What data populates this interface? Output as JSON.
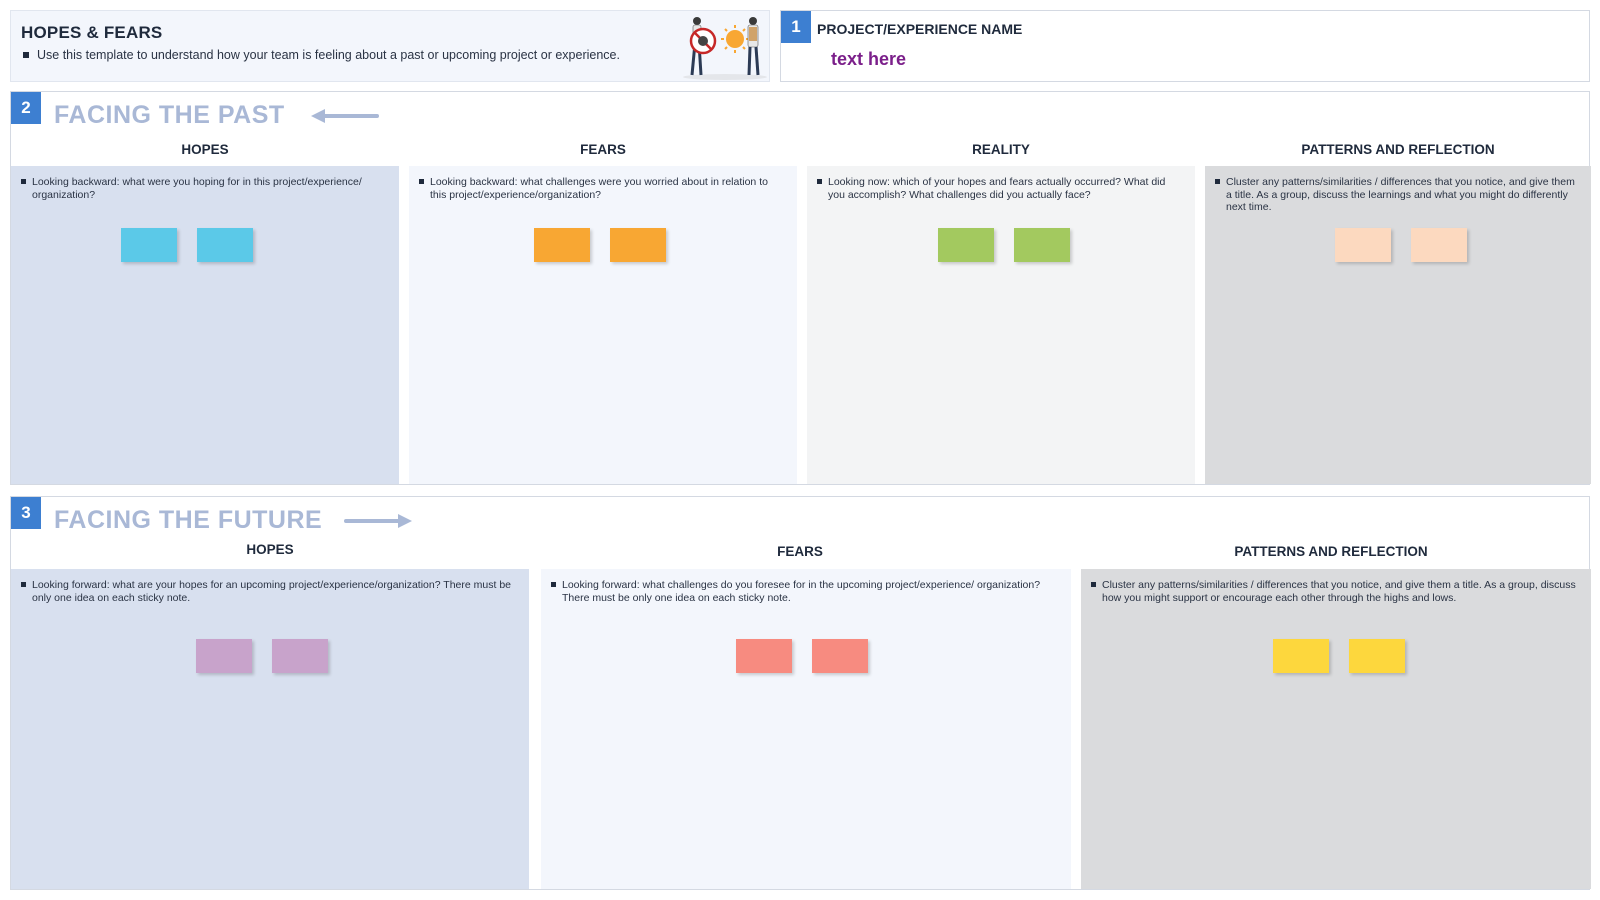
{
  "header": {
    "title": "HOPES & FEARS",
    "description": "Use this template to understand how your team is feeling about a past or upcoming project or experience."
  },
  "project": {
    "number": "1",
    "label": "PROJECT/EXPERIENCE NAME",
    "value": "text here"
  },
  "past": {
    "number": "2",
    "title": "FACING THE PAST",
    "arrow_direction": "left",
    "columns": [
      {
        "title": "HOPES",
        "text": "Looking backward: what were you hoping for in this project/experience/ organization?",
        "bg": "#d8e0ef",
        "sticky_color": "#5bc9e8"
      },
      {
        "title": "FEARS",
        "text": "Looking backward: what challenges were you worried about in relation to this project/experience/organization?",
        "bg": "#f3f6fc",
        "sticky_color": "#f8a733"
      },
      {
        "title": "REALITY",
        "text": "Looking now: which of your hopes and fears actually occurred? What did you accomplish? What challenges did you actually face?",
        "bg": "#f3f4f5",
        "sticky_color": "#a3c95f"
      },
      {
        "title": "PATTERNS AND REFLECTION",
        "text": "Cluster any patterns/similarities / differences that you notice, and give them a title. As a group, discuss the learnings and what you might do differently next time.",
        "bg": "#dadbdd",
        "sticky_color": "#fcd9bf"
      }
    ]
  },
  "future": {
    "number": "3",
    "title": "FACING THE FUTURE",
    "arrow_direction": "right",
    "columns": [
      {
        "title": "HOPES",
        "text": "Looking forward: what are your hopes for an upcoming project/experience/organization? There must be only one idea on each sticky note.",
        "bg": "#d8e0ef",
        "sticky_color": "#c8a3cb"
      },
      {
        "title": "FEARS",
        "text": "Looking forward: what challenges do you foresee for in the upcoming project/experience/ organization? There must be only one idea on each sticky note.",
        "bg": "#f3f6fc",
        "sticky_color": "#f78b80"
      },
      {
        "title": "PATTERNS AND REFLECTION",
        "text": "Cluster any patterns/similarities / differences that you notice, and give them a title. As a group, discuss how you might support or encourage each other through the highs and lows.",
        "bg": "#dadbdd",
        "sticky_color": "#fdd73d"
      }
    ]
  },
  "colors": {
    "badge": "#3d7fd1",
    "section_title": "#a9b8d6",
    "project_value": "#7b1f8a"
  }
}
